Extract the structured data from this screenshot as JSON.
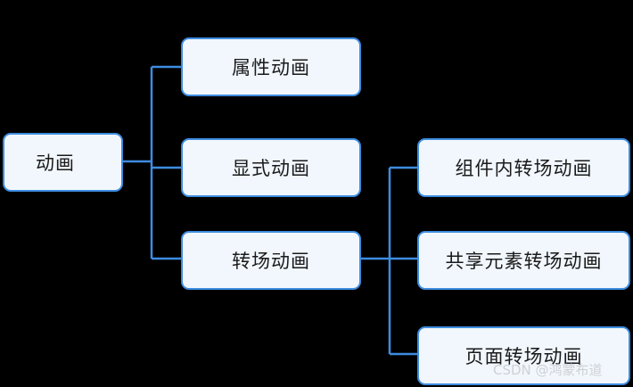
{
  "diagram": {
    "title": "动画",
    "background_color": "#000000",
    "node_fill_color": "#f1f7fd",
    "node_border_color": "#3d8ce0",
    "connector_color": "#3d8ce0",
    "text_color": "#1a1a1a",
    "root": {
      "label": "动画"
    },
    "level2": [
      {
        "label": "属性动画"
      },
      {
        "label": "显式动画"
      },
      {
        "label": "转场动画"
      }
    ],
    "level3": [
      {
        "label": "组件内转场动画"
      },
      {
        "label": "共享元素转场动画"
      },
      {
        "label": "页面转场动画"
      }
    ]
  },
  "watermark": {
    "text": "CSDN @鸿蒙布道",
    "color": "#c9cbcd"
  }
}
